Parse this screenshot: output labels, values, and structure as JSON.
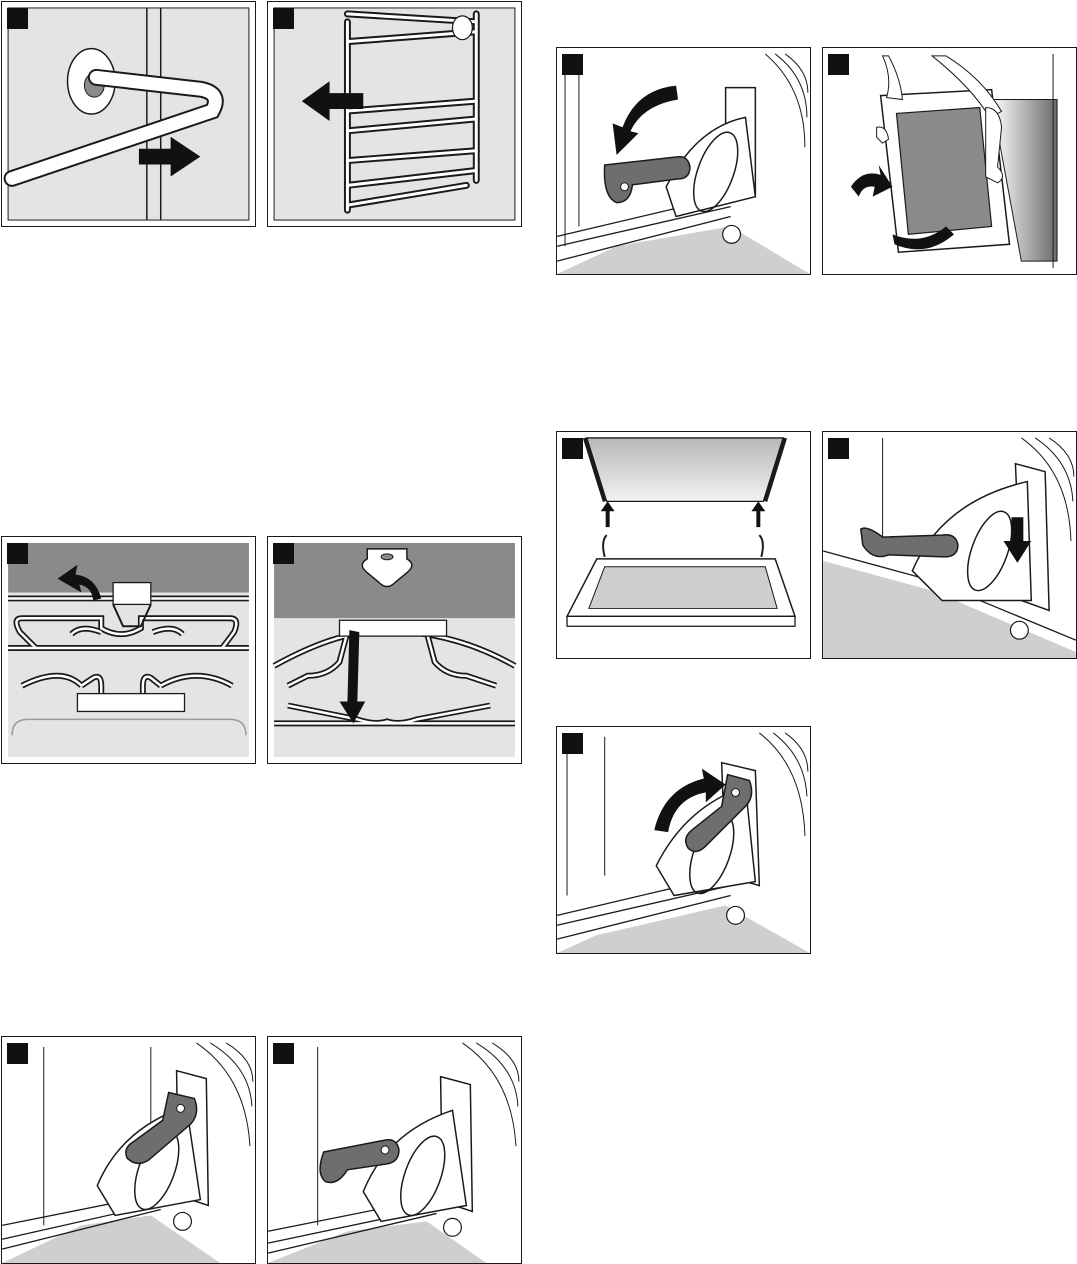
{
  "page": {
    "figures": [
      {
        "id": "fig-1",
        "label": "",
        "subject": "rail-hook-pull-out"
      },
      {
        "id": "fig-2",
        "label": "",
        "subject": "rail-unhook-left"
      },
      {
        "id": "fig-3",
        "label": "",
        "subject": "hinge-lever-fold-down"
      },
      {
        "id": "fig-4",
        "label": "",
        "subject": "door-lift-off"
      },
      {
        "id": "fig-5",
        "label": "",
        "subject": "rack-clip-lift"
      },
      {
        "id": "fig-6",
        "label": "",
        "subject": "rack-clip-press-down"
      },
      {
        "id": "fig-7",
        "label": "",
        "subject": "door-hooks-insert"
      },
      {
        "id": "fig-8",
        "label": "",
        "subject": "hinge-slot-push-down"
      },
      {
        "id": "fig-9",
        "label": "",
        "subject": "hinge-lever-fold-up"
      },
      {
        "id": "fig-10",
        "label": "",
        "subject": "hinge-lever-up"
      },
      {
        "id": "fig-11",
        "label": "",
        "subject": "hinge-lever-down"
      }
    ]
  },
  "colors": {
    "line": "#1a1a1a",
    "panel_fill": "#e4e4e4",
    "dark_fill": "#8a8a8a",
    "lever_fill": "#6e6e6e",
    "floor_fill": "#cfcfcf",
    "arrow": "#111111"
  }
}
